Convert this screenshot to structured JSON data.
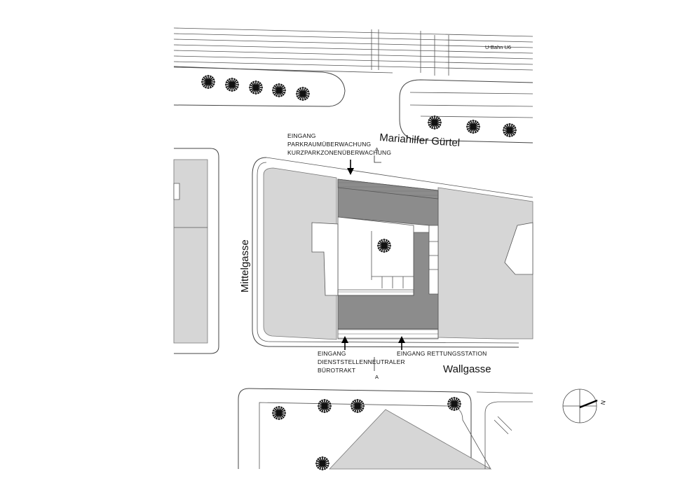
{
  "streets": {
    "north": "Mariahilfer Gürtel",
    "west": "Mittelgasse",
    "south": "Wallgasse"
  },
  "rail": {
    "label": "U-Bahn U6"
  },
  "entrances": {
    "north": [
      "EINGANG",
      "PARKRAUMÜBERWACHUNG",
      "KURZPARKZONENÜBERWACHUNG"
    ],
    "south_left": [
      "EINGANG",
      "DIENSTSTELLENNEUTRALER",
      "BÜROTRAKT"
    ],
    "south_right": "EINGANG RETTUNGSSTATION"
  },
  "section": {
    "top_marker": "A",
    "bottom_marker": "A"
  },
  "compass": {
    "north_letter": "N",
    "icon": "north-arrow-icon"
  },
  "colors": {
    "building_gray": "#d6d6d6",
    "project_dark": "#8c8c8c",
    "line": "#555555"
  }
}
